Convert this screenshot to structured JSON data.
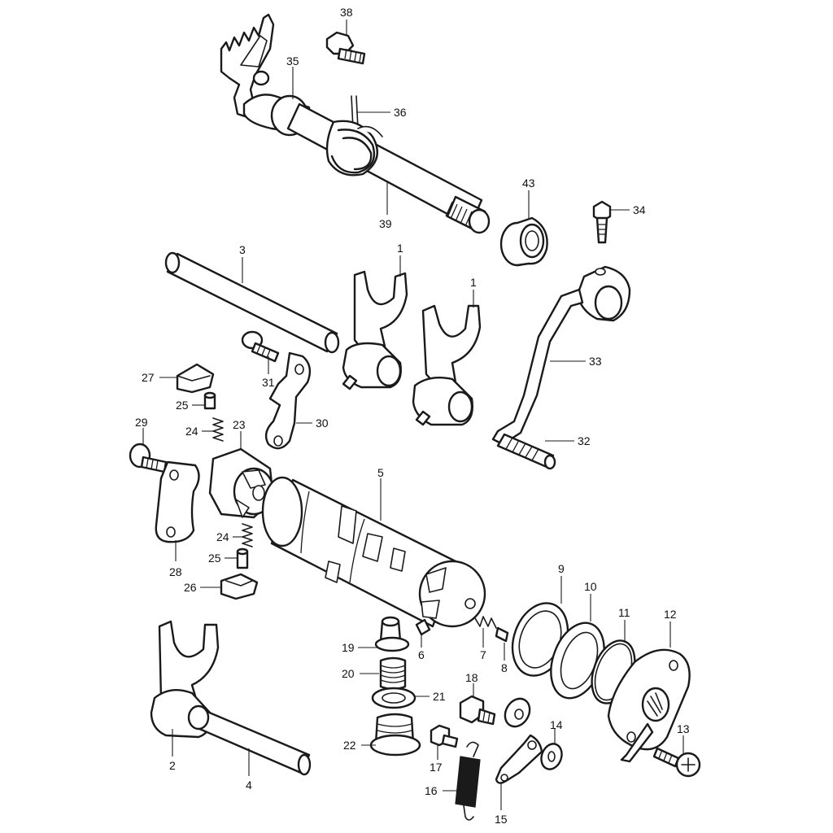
{
  "diagram": {
    "callouts": [
      {
        "id": "38",
        "text": "38"
      },
      {
        "id": "35",
        "text": "35"
      },
      {
        "id": "36",
        "text": "36"
      },
      {
        "id": "39",
        "text": "39"
      },
      {
        "id": "43",
        "text": "43"
      },
      {
        "id": "34",
        "text": "34"
      },
      {
        "id": "3",
        "text": "3"
      },
      {
        "id": "1a",
        "text": "1"
      },
      {
        "id": "1b",
        "text": "1"
      },
      {
        "id": "33",
        "text": "33"
      },
      {
        "id": "31",
        "text": "31"
      },
      {
        "id": "27",
        "text": "27"
      },
      {
        "id": "25a",
        "text": "25"
      },
      {
        "id": "24a",
        "text": "24"
      },
      {
        "id": "23",
        "text": "23"
      },
      {
        "id": "30",
        "text": "30"
      },
      {
        "id": "29",
        "text": "29"
      },
      {
        "id": "32",
        "text": "32"
      },
      {
        "id": "5",
        "text": "5"
      },
      {
        "id": "24b",
        "text": "24"
      },
      {
        "id": "25b",
        "text": "25"
      },
      {
        "id": "28",
        "text": "28"
      },
      {
        "id": "26",
        "text": "26"
      },
      {
        "id": "9",
        "text": "9"
      },
      {
        "id": "10",
        "text": "10"
      },
      {
        "id": "11",
        "text": "11"
      },
      {
        "id": "12",
        "text": "12"
      },
      {
        "id": "19",
        "text": "19"
      },
      {
        "id": "6",
        "text": "6"
      },
      {
        "id": "7",
        "text": "7"
      },
      {
        "id": "8",
        "text": "8"
      },
      {
        "id": "20",
        "text": "20"
      },
      {
        "id": "21",
        "text": "21"
      },
      {
        "id": "18",
        "text": "18"
      },
      {
        "id": "14",
        "text": "14"
      },
      {
        "id": "13",
        "text": "13"
      },
      {
        "id": "22",
        "text": "22"
      },
      {
        "id": "17",
        "text": "17"
      },
      {
        "id": "2",
        "text": "2"
      },
      {
        "id": "4",
        "text": "4"
      },
      {
        "id": "16",
        "text": "16"
      },
      {
        "id": "15",
        "text": "15"
      }
    ]
  }
}
